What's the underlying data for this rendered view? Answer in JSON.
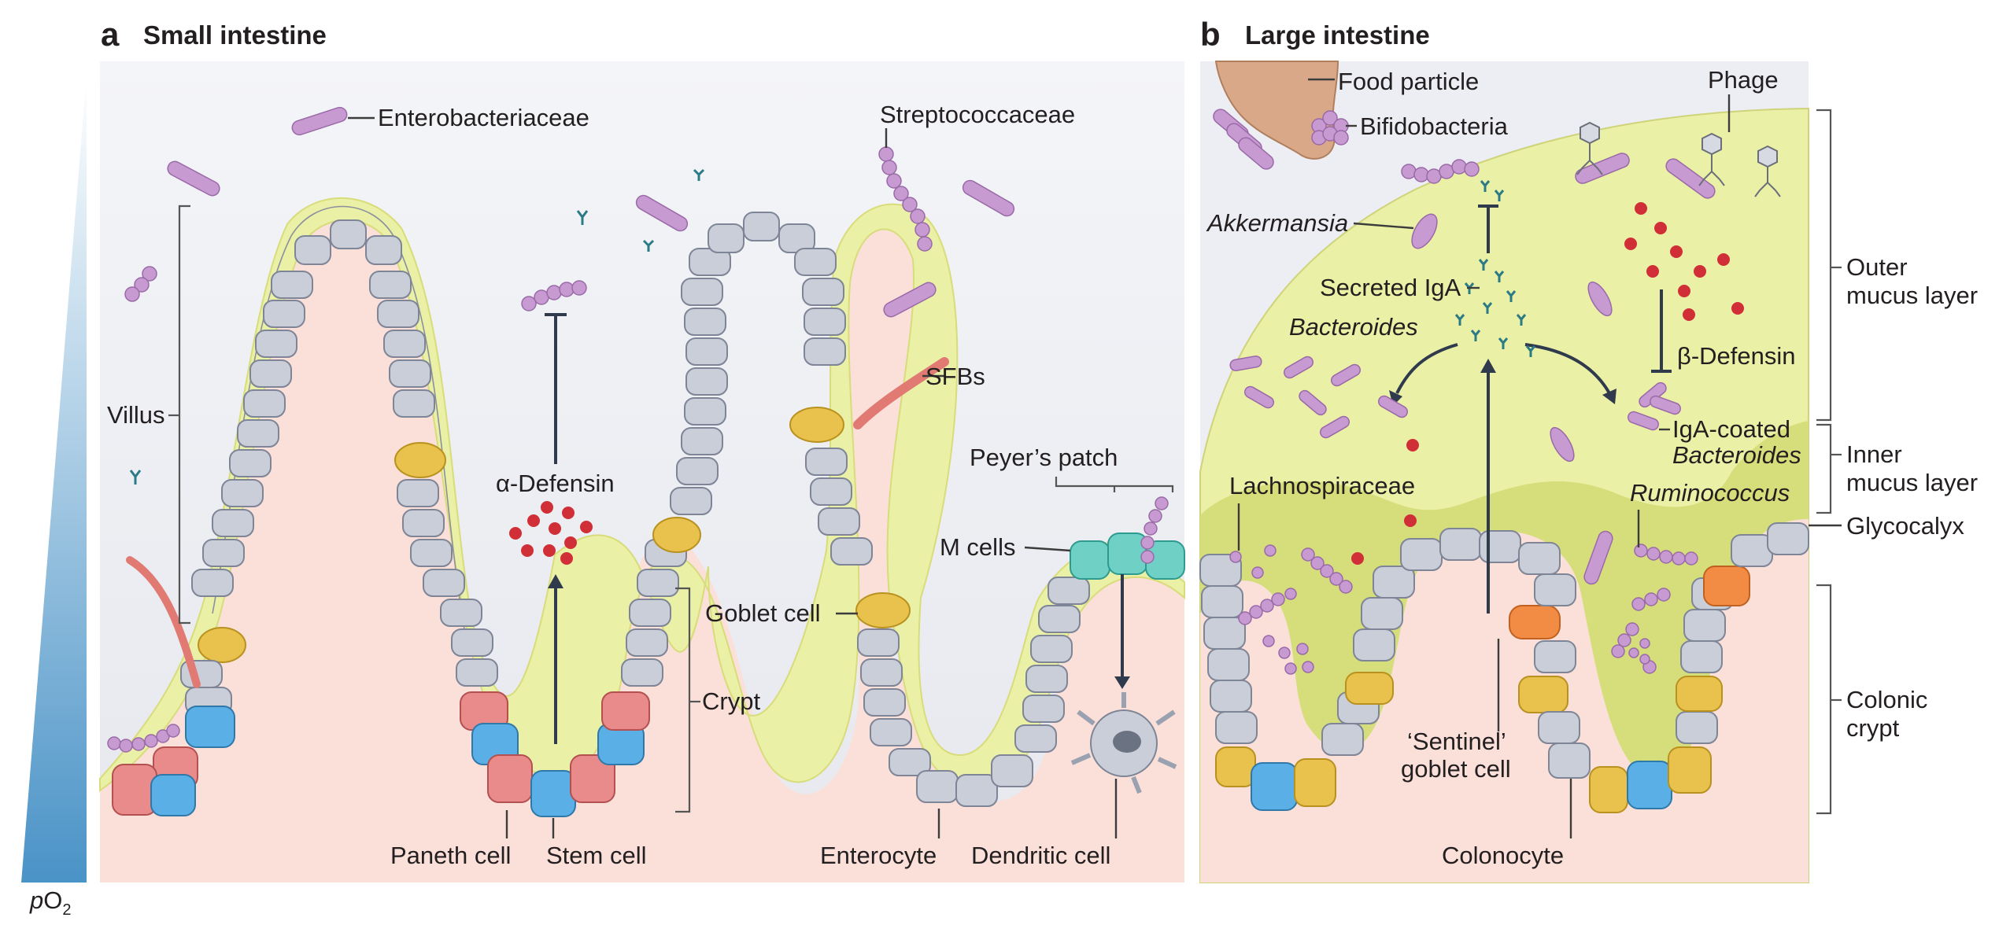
{
  "panels": {
    "a": {
      "letter": "a",
      "title": "Small intestine"
    },
    "b": {
      "letter": "b",
      "title": "Large intestine"
    }
  },
  "oxygen_axis": {
    "symbol": "p",
    "subscript_base": "O",
    "subscript": "2"
  },
  "small_intestine_labels": {
    "enterobacteriaceae": "Enterobacteriaceae",
    "streptococcaceae": "Streptococcaceae",
    "villus": "Villus",
    "sfbs": "SFBs",
    "alpha_defensin": "α-Defensin",
    "peyers_patch": "Peyer’s patch",
    "m_cells": "M cells",
    "goblet_cell": "Goblet cell",
    "crypt": "Crypt",
    "paneth_cell": "Paneth cell",
    "stem_cell": "Stem cell",
    "enterocyte": "Enterocyte",
    "dendritic_cell": "Dendritic cell"
  },
  "large_intestine_labels": {
    "food_particle": "Food particle",
    "bifidobacteria": "Bifidobacteria",
    "phage": "Phage",
    "akkermansia": "Akkermansia",
    "secreted_iga": "Secreted IgA",
    "bacteroides": "Bacteroides",
    "beta_defensin": "β-Defensin",
    "iga_coated_line1": "IgA-coated",
    "iga_coated_line2": "Bacteroides",
    "outer_mucus_line1": "Outer",
    "outer_mucus_line2": "mucus layer",
    "inner_mucus_line1": "Inner",
    "inner_mucus_line2": "mucus layer",
    "lachnospiraceae": "Lachnospiraceae",
    "ruminococcus": "Ruminococcus",
    "glycocalyx": "Glycocalyx",
    "colonic_crypt_line1": "Colonic",
    "colonic_crypt_line2": "crypt",
    "sentinel_line1": "‘Sentinel’",
    "sentinel_line2": "goblet cell",
    "colonocyte": "Colonocyte"
  },
  "colors": {
    "tissue_pink": "#fbe0da",
    "lumen_grey": "#eceef3",
    "mucus_yellow": "#eaf0a6",
    "inner_mucus": "#d6de7c",
    "epithelium": "#c9ced8",
    "goblet": "#e9c24d",
    "paneth": "#e98b8b",
    "stem": "#5ab0e6",
    "m_cell": "#6fd1c6",
    "microbe_purple": "#c89ad2",
    "defensin_red": "#d12f37",
    "sfb_red": "#e07a72",
    "sentinel_orange": "#f28c45",
    "po2_gradient_top": "#ffffff",
    "po2_gradient_bottom": "#4a93c7"
  },
  "icons": [
    "bacterium-rod-icon",
    "bacterium-chain-icon",
    "phage-icon",
    "antibody-icon",
    "defensin-dot-icon",
    "dendritic-cell-icon",
    "food-particle-icon"
  ]
}
